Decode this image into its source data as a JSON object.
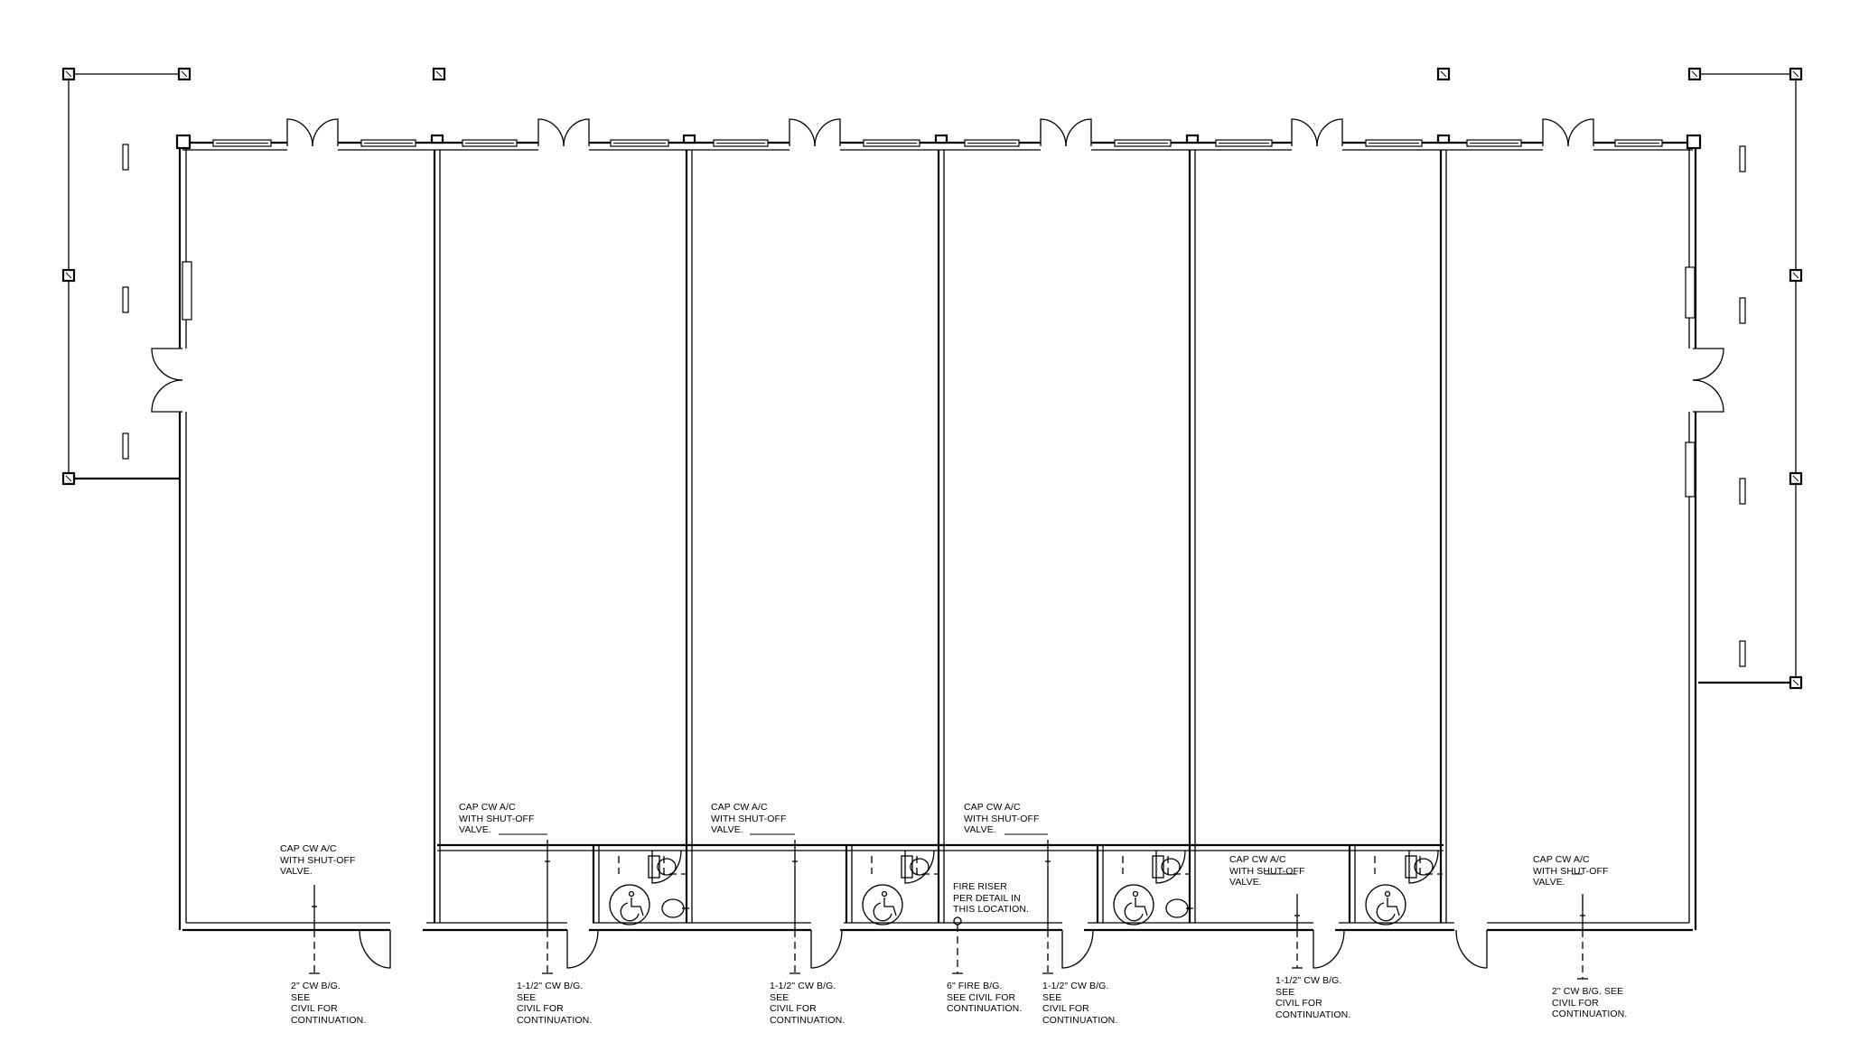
{
  "notes": {
    "cap_1": "CAP CW A/C\nWITH SHUT-OFF\nVALVE.",
    "cap_2": "CAP CW A/C\nWITH SHUT-OFF\nVALVE.",
    "cap_3": "CAP CW A/C\nWITH SHUT-OFF\nVALVE.",
    "cap_4": "CAP CW A/C\nWITH SHUT-OFF\nVALVE.",
    "cap_5": "CAP CW A/C\nWITH SHUT-OFF\nVALVE.",
    "cap_6": "CAP CW A/C\nWITH SHUT-OFF\nVALVE.",
    "fire_riser": "FIRE RISER\nPER DETAIL IN\nTHIS LOCATION.",
    "see_1": "2\" CW B/G.\nSEE\nCIVIL FOR\nCONTINUATION.",
    "see_2": "1-1/2\" CW B/G.\nSEE\nCIVIL FOR\nCONTINUATION.",
    "see_3": "1-1/2\" CW B/G.\nSEE\nCIVIL FOR\nCONTINUATION.",
    "see_4": "6\" FIRE B/G.\nSEE CIVIL FOR\nCONTINUATION.",
    "see_5": "1-1/2\" CW B/G.\nSEE\nCIVIL FOR\nCONTINUATION.",
    "see_6": "1-1/2\" CW B/G.\nSEE\nCIVIL FOR\nCONTINUATION.",
    "see_7": "2\" CW B/G. SEE\nCIVIL FOR\nCONTINUATION."
  },
  "icons": {
    "accessible": "wheelchair-accessibility-icon",
    "toilet": "water-closet-icon",
    "lavatory": "lavatory-sink-icon"
  },
  "colors": {
    "linework": "#000000",
    "background": "#ffffff"
  }
}
